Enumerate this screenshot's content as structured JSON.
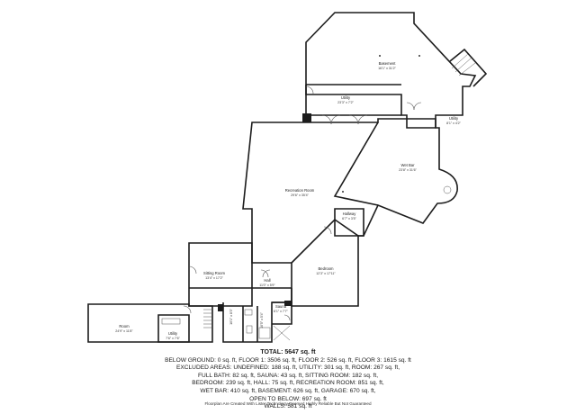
{
  "rooms": {
    "basement": {
      "name": "Basement",
      "dims": "16'1\" x 31'2\""
    },
    "utility_top": {
      "name": "Utility",
      "dims": "23'3\" x 7'2\""
    },
    "utility_right": {
      "name": "Utility",
      "dims": "8'1\" x 4'2\""
    },
    "wet_bar": {
      "name": "Wet Bar",
      "dims": "23'8\" x 31'6\""
    },
    "recreation": {
      "name": "Recreation Room",
      "dims": "29'6\" x 35'4\""
    },
    "hallway": {
      "name": "Hallway",
      "dims": "6'7\" x 3'5\""
    },
    "bedroom": {
      "name": "Bedroom",
      "dims": "12'3\" x 17'11\""
    },
    "sitting": {
      "name": "Sitting Room",
      "dims": "13'4\" x 17'2\""
    },
    "hall": {
      "name": "Hall",
      "dims": "11'0\" x 5'9\""
    },
    "sauna": {
      "name": "Sauna",
      "dims": "6'1\" x 7'7\""
    },
    "room": {
      "name": "Room",
      "dims": "24'9\" x 11'8\""
    },
    "utility_left": {
      "name": "Utility",
      "dims": "7'6\" x 7'6\""
    },
    "vertical_a": {
      "name": "",
      "dims": "10'1\" x 8'3\""
    },
    "vertical_b": {
      "name": "",
      "dims": "10'5\" x 5'4\""
    }
  },
  "summary": {
    "line1": "TOTAL: 5647 sq. ft",
    "line2": "BELOW GROUND: 0 sq. ft, FLOOR 1: 3506 sq. ft, FLOOR 2: 526 sq. ft, FLOOR 3: 1615 sq. ft",
    "line3": "EXCLUDED AREAS: UNDEFINED: 188 sq. ft, UTILITY: 301 sq. ft, ROOM: 267 sq. ft,",
    "line4": "FULL BATH: 82 sq. ft, SAUNA: 43 sq. ft, SITTING ROOM: 182 sq. ft,",
    "line5": "BEDROOM: 239 sq. ft, HALL: 75 sq. ft, RECREATION ROOM: 851 sq. ft,",
    "line6": "WET BAR: 410 sq. ft, BASEMENT: 626 sq. ft, GARAGE: 670 sq. ft,",
    "line7": "OPEN TO BELOW: 697 sq. ft",
    "line8": "WALLS: 581 sq. ft"
  },
  "footer": "Floorplan Are Created With Lister Technology Deemed Highly Reliable But Not Guaranteed",
  "colors": {
    "wall": "#1c1c1c",
    "fill": "#ffffff",
    "fixture": "#555555"
  }
}
